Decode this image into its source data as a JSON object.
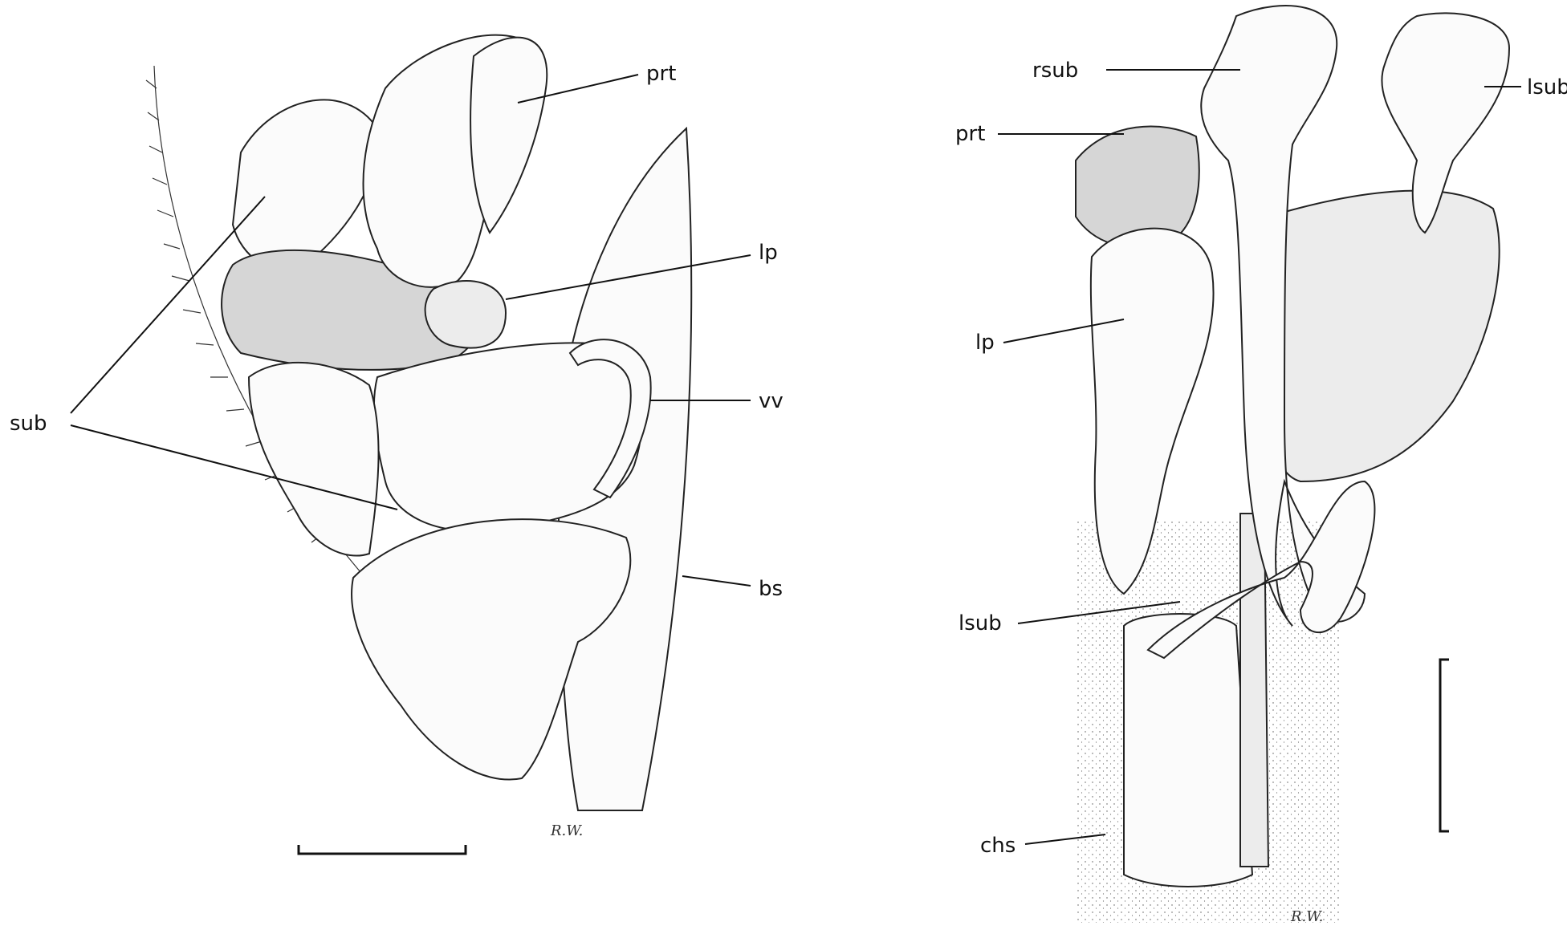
{
  "colors": {
    "ink": "#111111",
    "paper": "#ffffff"
  },
  "left_view": {
    "labels": {
      "prt": "prt",
      "lp": "lp",
      "sub": "sub",
      "vv": "vv",
      "bs": "bs"
    },
    "signature": "R.W."
  },
  "right_view": {
    "labels": {
      "rsub": "rsub",
      "lsub_top": "lsub",
      "prt": "prt",
      "lp": "lp",
      "lsub_mid": "lsub",
      "chs": "chs"
    },
    "signature": "R.W."
  }
}
